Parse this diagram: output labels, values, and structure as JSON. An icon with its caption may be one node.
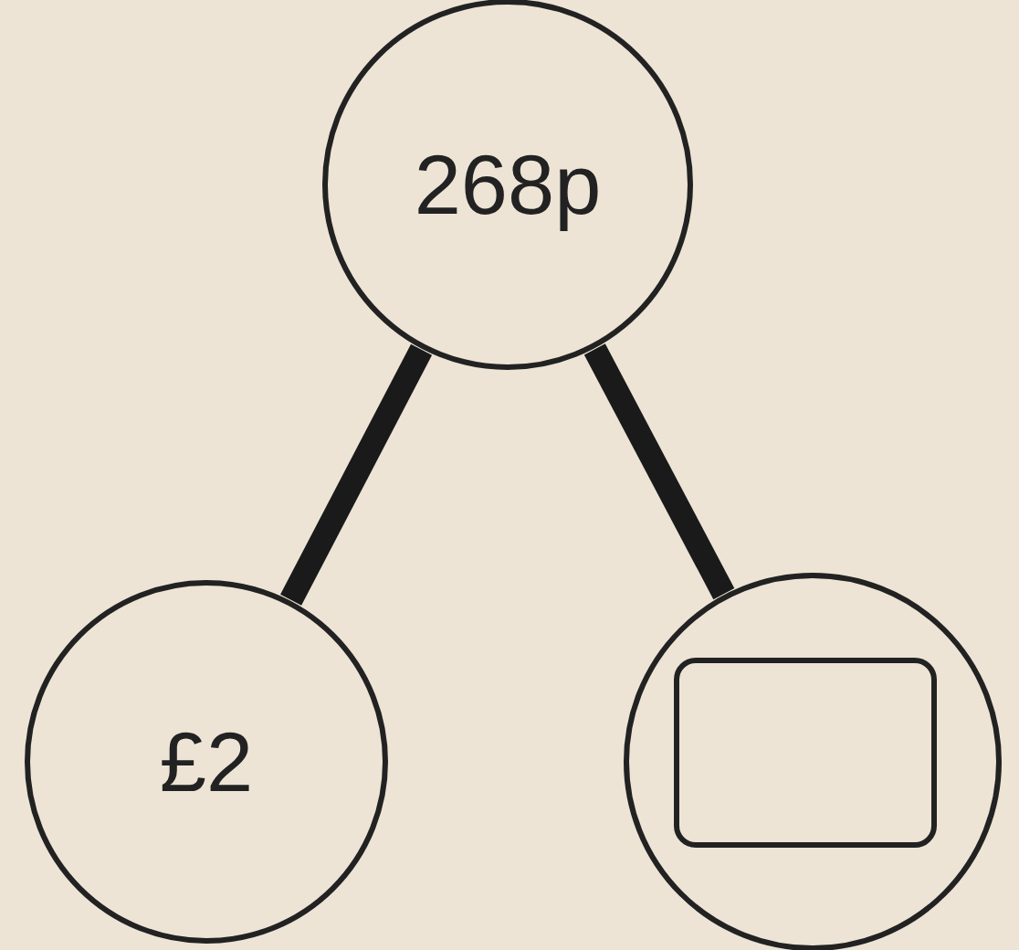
{
  "diagram": {
    "nodes": [
      {
        "text": [
          "268p"
        ]
      },
      {
        "text": [
          "£2"
        ]
      },
      {
        "text": [],
        "shape": "circle"
      },
      {
        "text": [],
        "shape": "box",
        "in": 2
      }
    ],
    "edges": [
      {
        "from": 0,
        "to": 1,
        "arrow": "none"
      },
      {
        "from": 0,
        "to": 2,
        "arrow": "none"
      }
    ]
  }
}
